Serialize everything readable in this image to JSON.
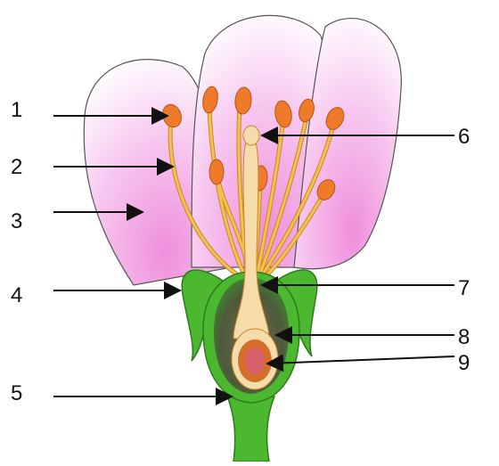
{
  "colors": {
    "petal": "#f3b4e6",
    "petal_outline": "#555555",
    "filament": "#f2b13a",
    "anther": "#ee7a2a",
    "sepal": "#4cb82f",
    "ovary_dark": "#4a4a3a",
    "style": "#f6dcaa",
    "ovule": "#d26d2a",
    "egg": "#d9606a",
    "arrow": "#111111"
  },
  "labels": [
    "1",
    "2",
    "3",
    "4",
    "5",
    "6",
    "7",
    "8",
    "9"
  ],
  "icons": {
    "pointer": "arrow-icon"
  }
}
